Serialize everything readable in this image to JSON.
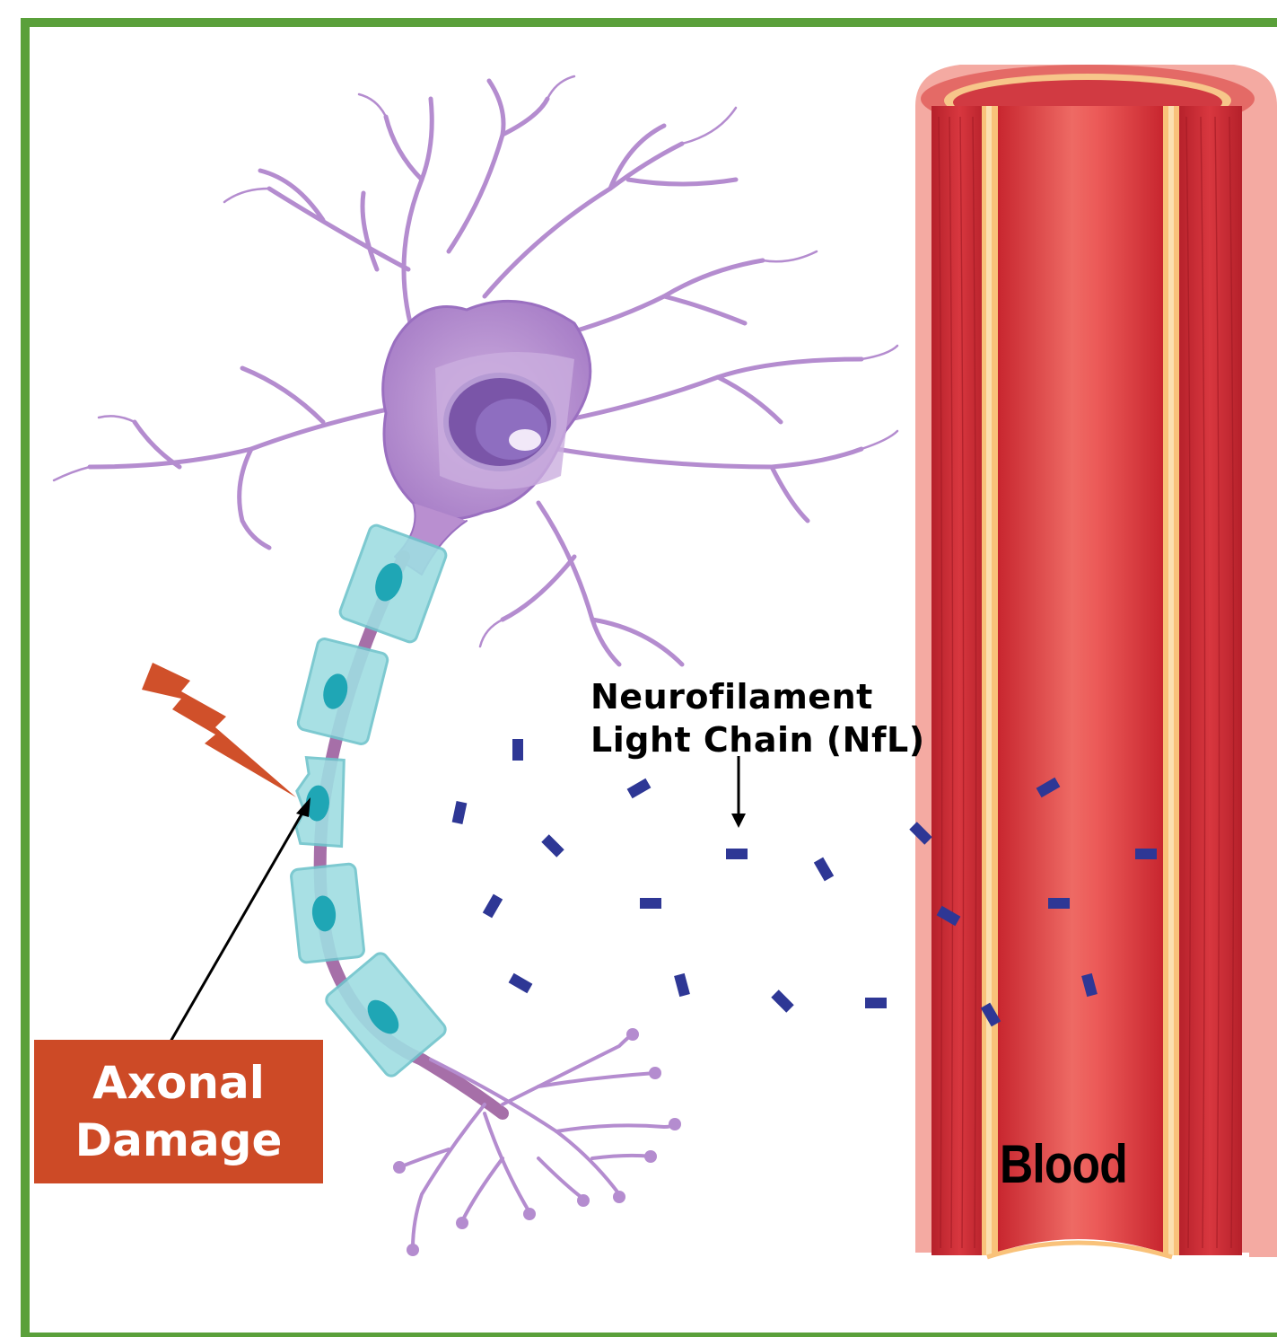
{
  "labels": {
    "nfl_line1": "Neurofilament",
    "nfl_line2": "Light Chain (NfL)",
    "damage_line1": "Axonal",
    "damage_line2": "Damage",
    "blood": "Blood"
  },
  "colors": {
    "frame_border": "#5aa03a",
    "neuron": "#b98fd0",
    "neuron_dark": "#9a6fc0",
    "nucleus": "#7a55a8",
    "myelin": "#8fd7dc",
    "schwann_nucleus": "#1fa6b5",
    "damage_box": "#cd4a26",
    "lightning": "#d0502a",
    "nfl_fragment": "#2e3795",
    "vessel_outer": "#f3a39b",
    "vessel_wall": "#c9313a",
    "vessel_layer": "#f9c27a",
    "vessel_lumen": "#e24650"
  },
  "icons": [
    "neuron-illustration",
    "lightning-bolt-icon",
    "blood-vessel-illustration",
    "arrow-icon"
  ]
}
